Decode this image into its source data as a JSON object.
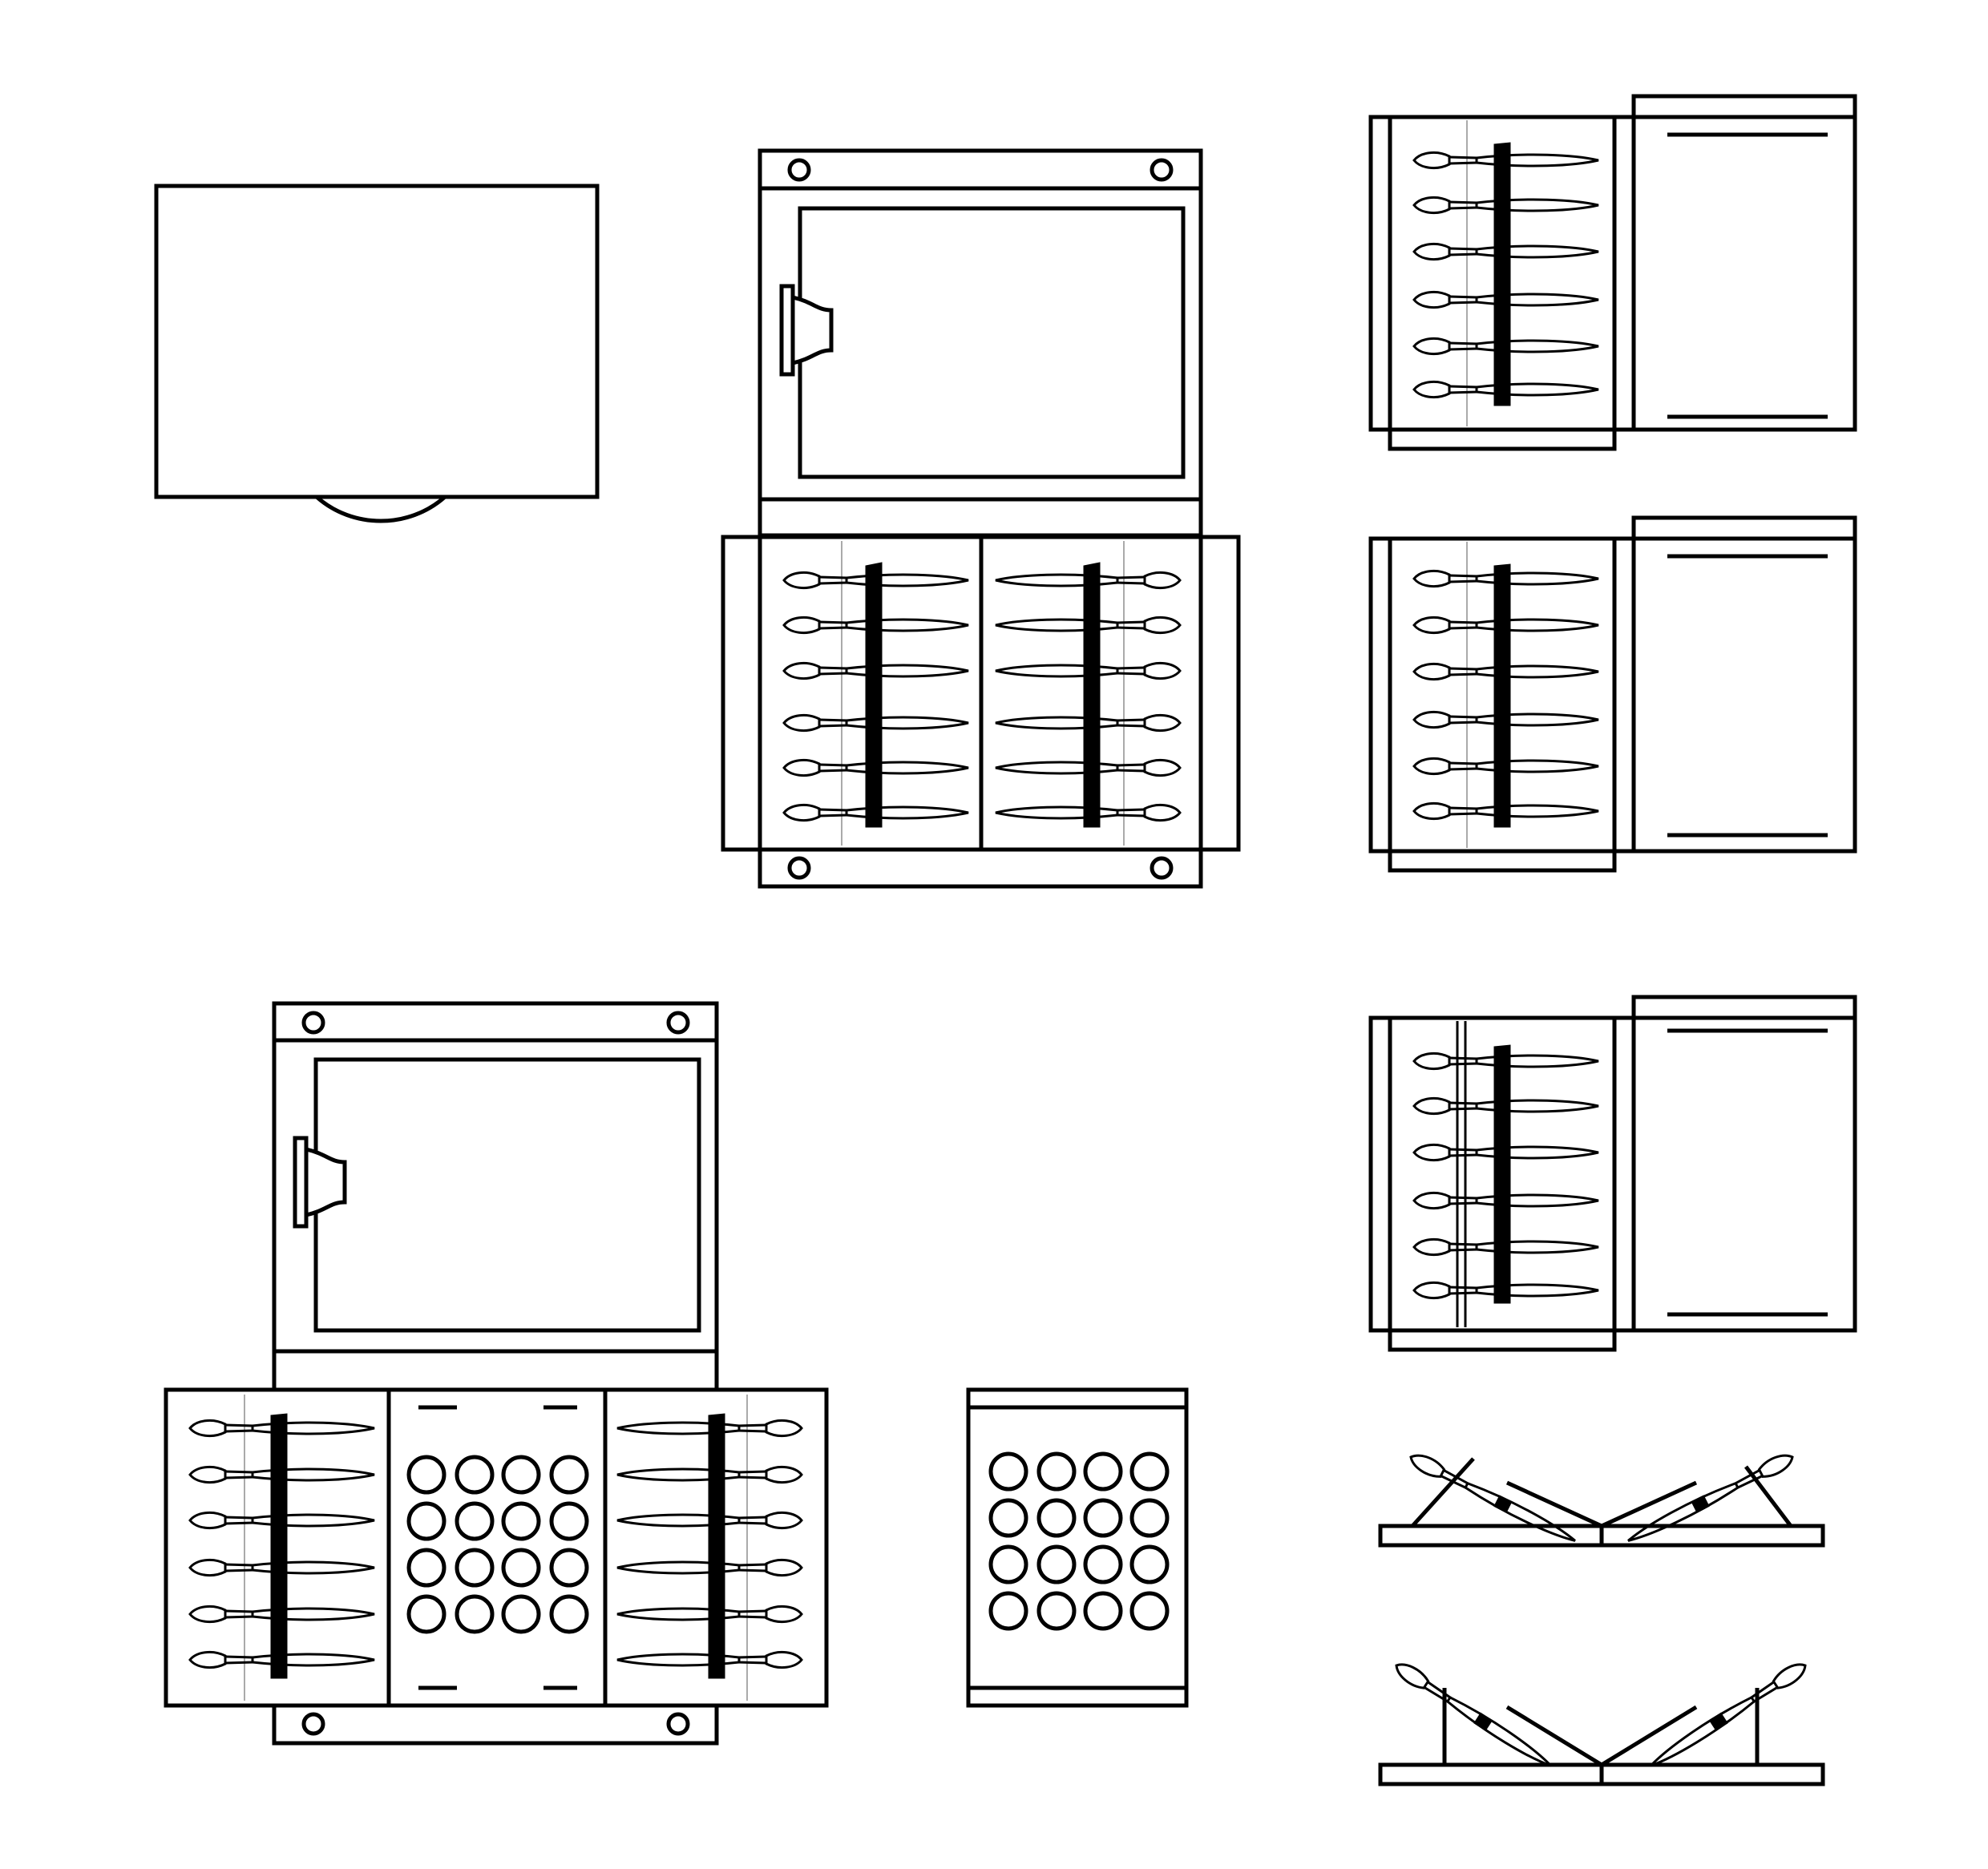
{
  "diagram": {
    "background": "#ffffff",
    "line_color": "#000000",
    "guide_color": "#aaaaaa",
    "views": [
      {
        "id": "closed-case",
        "brushes_per_column": 0
      },
      {
        "id": "open-case-front",
        "brushes_per_column": 6
      },
      {
        "id": "side-panel-1",
        "brushes_per_column": 6
      },
      {
        "id": "side-panel-2",
        "brushes_per_column": 6
      },
      {
        "id": "open-case-palette",
        "brushes_per_column": 6,
        "paint_wells": 16
      },
      {
        "id": "palette-tray",
        "paint_wells": 16
      },
      {
        "id": "side-panel-3",
        "brushes_per_column": 6
      },
      {
        "id": "stand-low",
        "brushes": 2
      },
      {
        "id": "stand-high",
        "brushes": 2
      }
    ]
  }
}
